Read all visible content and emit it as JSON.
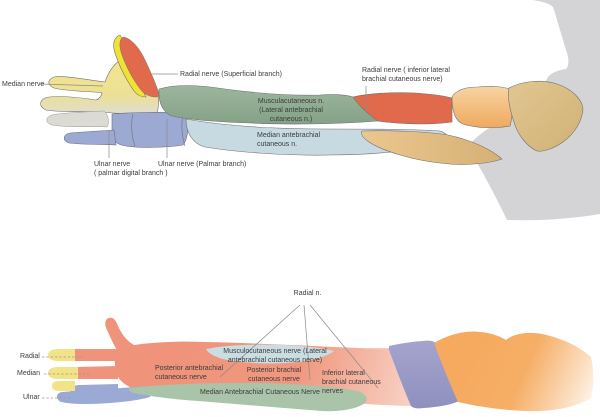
{
  "figure": {
    "description": "Cutaneous innervation of the upper limb, palmar (top) and dorsal (bottom) views"
  },
  "palmar_view": {
    "labels": {
      "median_nerve": "Median nerve",
      "radial_superficial": "Radial nerve (Superficial branch)",
      "musculocutaneous": "Musculacutaneous n.\n(Lateral antebrachial\ncutaneous n.)",
      "median_antebrachial": "Median antebrachial\ncutaneous n.",
      "ulnar_palmar_digital": "Ulnar nerve\n( palmar digital branch )",
      "ulnar_palmar": "Ulnar nerve (Palmar branch)",
      "radial_inferior_lateral": "Radial nerve ( inferior lateral\nbrachial cutaneous nerve)"
    }
  },
  "dorsal_view": {
    "labels": {
      "radial": "Radial",
      "median": "Median",
      "ulnar": "Ulnar",
      "radial_n": "Radial n.",
      "posterior_antebrachial": "Posterior antebrachial\ncutaneous nerve",
      "musculocutaneous": "Musculocutaneous nerve (Lateral\nantebrachial cutaneous nerve)",
      "posterior_brachial": "Posterior brachial\ncutaneous nerve",
      "median_antebrachial": "Median Antebrachial Cutaneous Nerve",
      "inferior_lateral": "Inferior lateral\nbrachial cutaneous\nnerves"
    }
  },
  "palette": {
    "median_yellow": "#EFE28C",
    "radial_red": "#E16A4D",
    "thumb_edge_yellow": "#F0E135",
    "musculocutaneous_green_top": "#8FAC90",
    "medial_antebrachial_blue_top": "#C7DAE1",
    "ulnar_blue": "#9CA9D3",
    "upper_arm_tan": "#F0AB61",
    "shoulder_khaki": "#DCBE85",
    "torso_gray": "#D4D4D6",
    "dorsal_salmon": "#F0957C",
    "dorsal_green": "#A9C4A9",
    "dorsal_light_blue": "#C9DDE3",
    "dorsal_purple": "#9C9CC8",
    "dorsal_orange": "#F6AB5F",
    "label_text": "#3C3C3C",
    "leader_line": "#8A8A8A"
  }
}
